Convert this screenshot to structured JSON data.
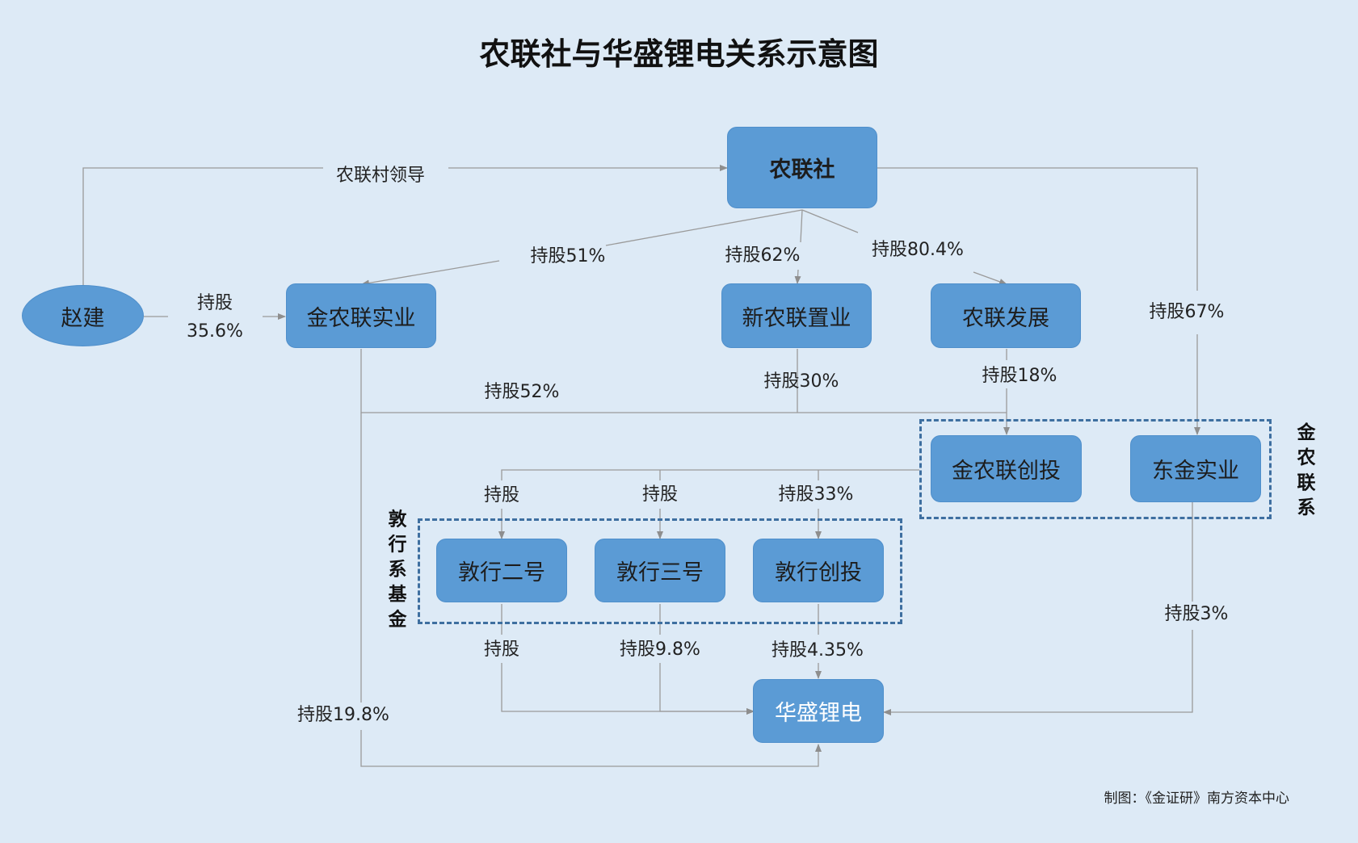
{
  "title": "农联社与华盛锂电关系示意图",
  "nodes": {
    "nonglianshe": "农联社",
    "zhaojian": "赵建",
    "jinnonglian_shiye": "金农联实业",
    "xinnonglian_zhiye": "新农联置业",
    "nonglian_fazhan": "农联发展",
    "jinnonglian_chuangtou": "金农联创投",
    "dongjin_shiye": "东金实业",
    "dunxing_erhao": "敦行二号",
    "dunxing_sanhao": "敦行三号",
    "dunxing_chuangtou": "敦行创投",
    "huasheng_lidian": "华盛锂电"
  },
  "edge_labels": {
    "village_leader": "农联村领导",
    "zhao_hold_a": "持股",
    "zhao_hold_b": "35.6%",
    "hold51": "持股51%",
    "hold62": "持股62%",
    "hold804": "持股80.4%",
    "hold67": "持股67%",
    "hold52": "持股52%",
    "hold30": "持股30%",
    "hold18": "持股18%",
    "hold_erhao_in": "持股",
    "hold_sanhao_in": "持股",
    "hold33": "持股33%",
    "hold_erhao_out": "持股",
    "hold98": "持股9.8%",
    "hold435": "持股4.35%",
    "hold3": "持股3%",
    "hold198": "持股19.8%"
  },
  "groups": {
    "jinnonglian_xi": "金农联系",
    "dunxing_xi": "敦行系基金"
  },
  "footer": "制图：《金证研》南方资本中心"
}
